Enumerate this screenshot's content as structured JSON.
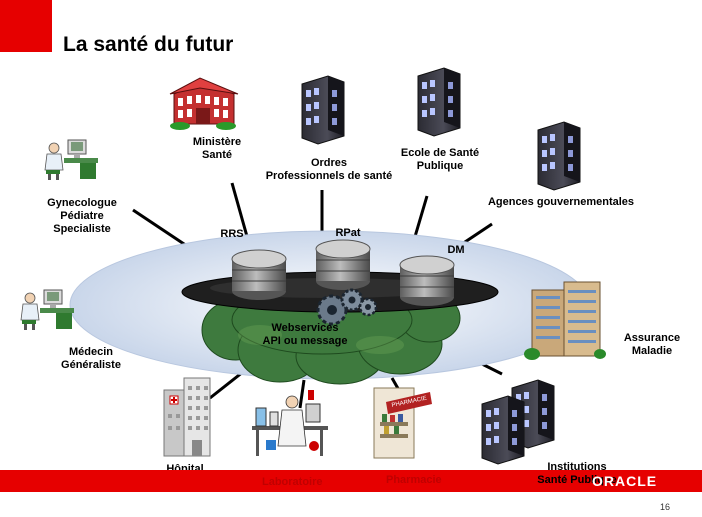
{
  "slide": {
    "title": "La santé du futur",
    "page_number": "16",
    "logo_text": "ORACLE"
  },
  "colors": {
    "accent_red": "#e60000",
    "ellipse_fill": "#dbe4f0",
    "cloud_green": "#3e7a3e",
    "disk_dark": "#1f1f1f",
    "db_gray": "#8a8a8a",
    "footer_text_red": "#c00000"
  },
  "labels": {
    "ministere": [
      "Ministère",
      "Santé"
    ],
    "ordres": [
      "Ordres",
      "Professionnels de santé"
    ],
    "ecole": [
      "Ecole de Santé",
      "Publique"
    ],
    "agences": [
      "Agences gouvernementales"
    ],
    "gyneco": [
      "Gynecologue",
      "Pédiatre",
      "Specialiste"
    ],
    "medecin": [
      "Médecin",
      "Généraliste"
    ],
    "assurance": [
      "Assurance",
      "Maladie"
    ],
    "hopital": [
      "Hôpital"
    ],
    "laboratoire": [
      "Laboratoire"
    ],
    "pharmacie": [
      "Pharmacie"
    ],
    "institutions": [
      "Institutions",
      "Santé Publique"
    ],
    "rrs": "RRS",
    "rpat": "RPat",
    "dm": "DM",
    "webservices": [
      "Webservices",
      "API ou message"
    ]
  },
  "icons": {
    "ministere": "government-building-icon",
    "ordres": "office-building-icon",
    "ecole": "office-building-icon",
    "agences": "office-building-icon",
    "gyneco": "doctor-at-computer-icon",
    "medecin": "doctor-at-computer-icon",
    "assurance": "insurance-building-icon",
    "hopital": "hospital-building-icon",
    "laboratoire": "lab-scientist-icon",
    "pharmacie": "pharmacy-icon",
    "institutions": "office-buildings-icon",
    "database": "database-icon",
    "gears": "gears-icon"
  }
}
